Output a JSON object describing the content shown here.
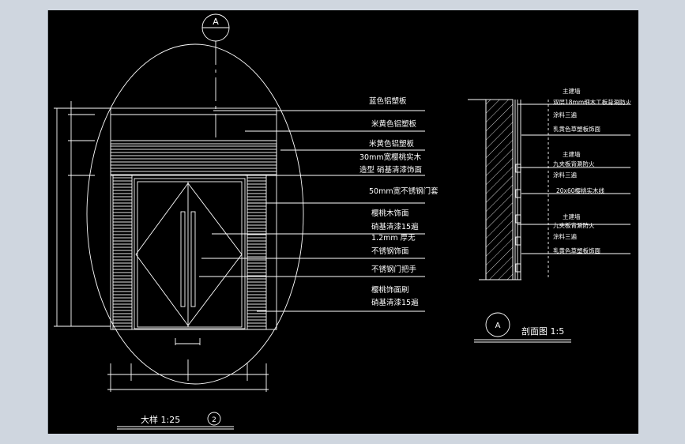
{
  "window": {
    "background": "#cfd6df",
    "canvas_background": "#000000",
    "line_color": "#ffffff"
  },
  "elevation": {
    "section_marker": "A",
    "labels": [
      "蓝色铝塑板",
      "米黄色铝塑板",
      "米黄色铝塑板",
      "30mm宽樱桃实木",
      "造型 硝基清漆饰面",
      "50mm宽不锈钢门套",
      "樱桃木饰面",
      "硝基清漆15遍",
      "1.2mm 厚无",
      "不锈钢饰面",
      "不锈钢门把手",
      "樱桃饰面刷",
      "硝基清漆15遍"
    ],
    "title": "大样 1:25",
    "title_number": "2"
  },
  "section": {
    "labels": [
      "主建墙",
      "双层18mm细木工板背涮防火",
      "涂料三遍",
      "乳黄色草塑板饰面",
      "主建墙",
      "九夹板背涮防火",
      "涂料三遍",
      "20x60樱桃实木线",
      "主建墙",
      "九夹板背涮防火",
      "涂料三遍",
      "乳黄色草塑板饰面"
    ],
    "title_marker": "A",
    "title": "剖面图  1:5"
  }
}
